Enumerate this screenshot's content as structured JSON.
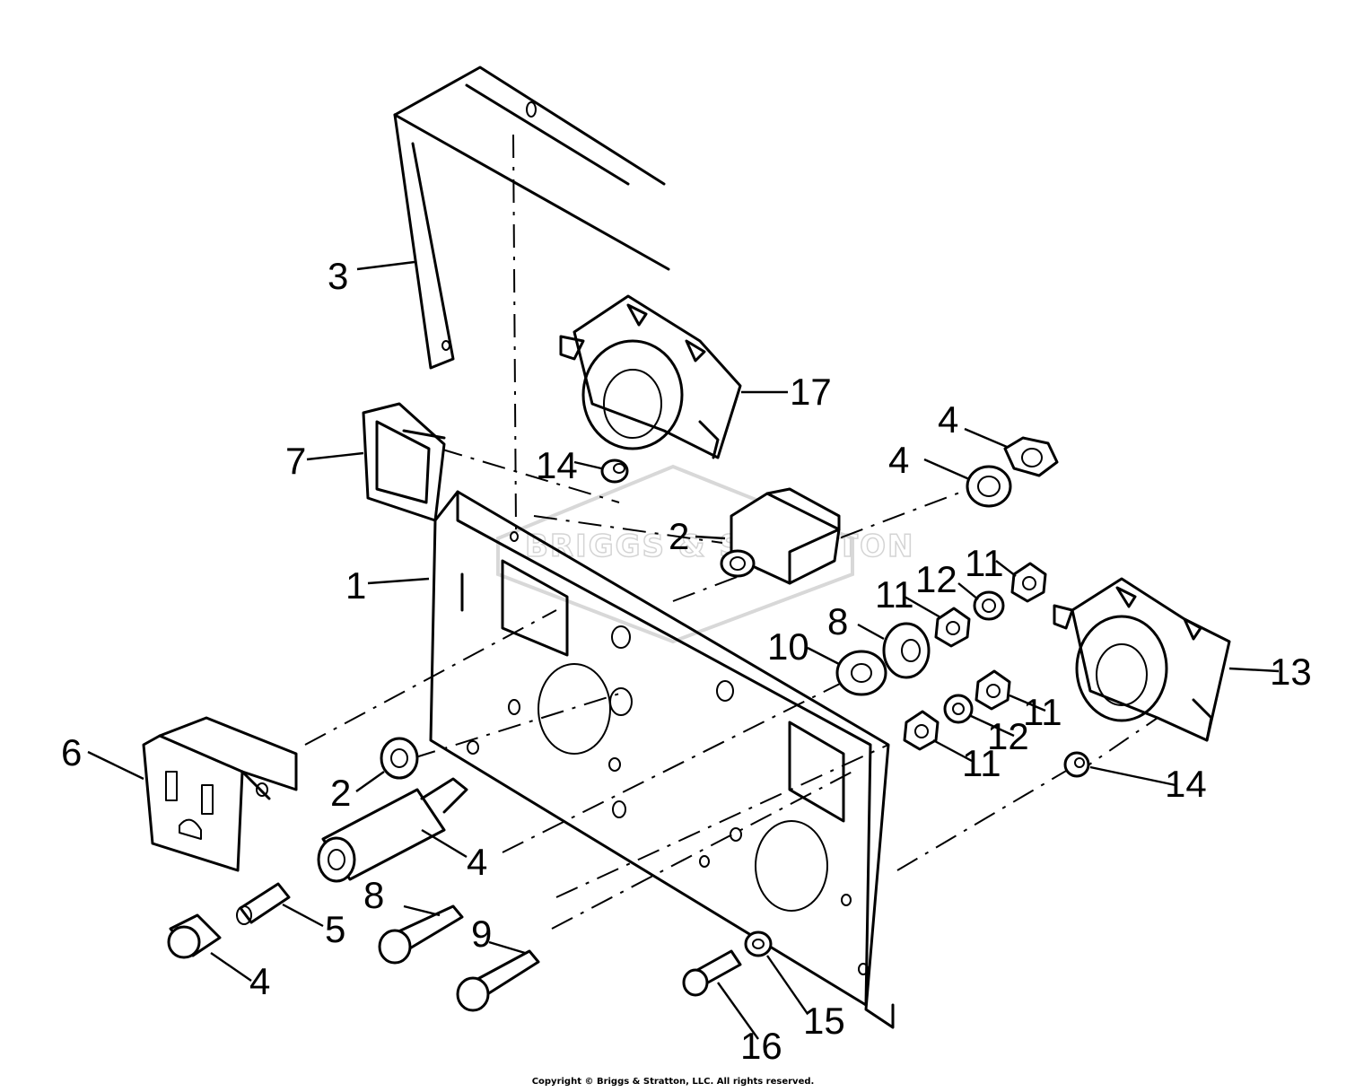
{
  "watermark": {
    "brand": "BRIGGS & STRATTON"
  },
  "callouts": [
    {
      "id": "c3",
      "text": "3"
    },
    {
      "id": "c17",
      "text": "17"
    },
    {
      "id": "c7",
      "text": "7"
    },
    {
      "id": "c14a",
      "text": "14"
    },
    {
      "id": "c4a",
      "text": "4"
    },
    {
      "id": "c4b",
      "text": "4"
    },
    {
      "id": "c2a",
      "text": "2"
    },
    {
      "id": "c1",
      "text": "1"
    },
    {
      "id": "c11a",
      "text": "11"
    },
    {
      "id": "c12a",
      "text": "12"
    },
    {
      "id": "c11b",
      "text": "11"
    },
    {
      "id": "c8a",
      "text": "8"
    },
    {
      "id": "c10",
      "text": "10"
    },
    {
      "id": "c13",
      "text": "13"
    },
    {
      "id": "c11c",
      "text": "11"
    },
    {
      "id": "c12b",
      "text": "12"
    },
    {
      "id": "c11d",
      "text": "11"
    },
    {
      "id": "c6",
      "text": "6"
    },
    {
      "id": "c14b",
      "text": "14"
    },
    {
      "id": "c2b",
      "text": "2"
    },
    {
      "id": "c4c",
      "text": "4"
    },
    {
      "id": "c5",
      "text": "5"
    },
    {
      "id": "c8b",
      "text": "8"
    },
    {
      "id": "c9",
      "text": "9"
    },
    {
      "id": "c4d",
      "text": "4"
    },
    {
      "id": "c15",
      "text": "15"
    },
    {
      "id": "c16",
      "text": "16"
    }
  ],
  "footer": {
    "copyright": "Copyright © Briggs & Stratton, LLC. All rights reserved."
  }
}
